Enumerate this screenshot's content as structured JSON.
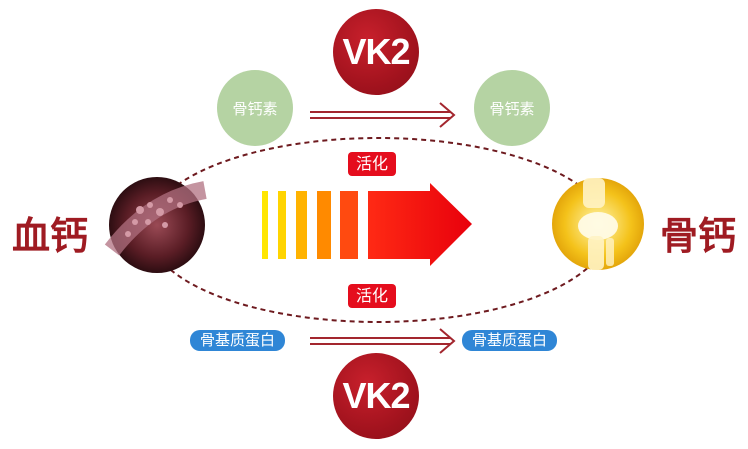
{
  "left_label": "血钙",
  "right_label": "骨钙",
  "top": {
    "vk_label": "VK2",
    "from_label": "骨钙素",
    "to_label": "骨钙素"
  },
  "bottom": {
    "vk_label": "VK2",
    "from_label": "骨基质蛋白",
    "to_label": "骨基质蛋白"
  },
  "activate_top": "活化",
  "activate_bottom": "活化",
  "colors": {
    "dark_red": "#9f1b22",
    "bright_red": "#e50d1d",
    "green": "#b5d3a3",
    "blue": "#2f86d6"
  }
}
